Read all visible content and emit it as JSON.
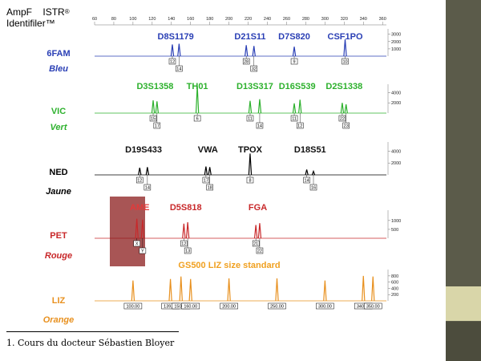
{
  "figure": {
    "title_line1": "AmpF",
    "title_line1b": "ISTR",
    "title_reg": "®",
    "title_line2": "Identifiler™",
    "footnote": "1. Cours du docteur Sébastien Bloyer"
  },
  "colors": {
    "blue": "#2a3fb5",
    "green": "#2db12d",
    "black": "#000000",
    "red": "#c8282a",
    "orange": "#e8901e",
    "amel_box": "#8b1c1c",
    "rail": "#5b5b4a",
    "rail_accent": "#d9d6a9"
  },
  "chart_data": {
    "type": "line",
    "x": {
      "ticks": [
        60,
        80,
        100,
        120,
        140,
        160,
        180,
        200,
        220,
        240,
        260,
        280,
        300,
        320,
        340,
        360
      ],
      "range": [
        60,
        364
      ]
    },
    "panels": [
      {
        "dye": "6FAM",
        "color_word": "Bleu",
        "color": "#2a3fb5",
        "yticks": [
          "3000",
          "2000",
          "1000"
        ],
        "ymax": 3300,
        "loci": [
          {
            "name": "D8S1179",
            "alleles": [
              {
                "label": "12",
                "x": 141,
                "h": 1600
              },
              {
                "label": "14",
                "x": 148,
                "h": 1700
              }
            ]
          },
          {
            "name": "D21S11",
            "alleles": [
              {
                "label": "28",
                "x": 218,
                "h": 1500
              },
              {
                "label": "32",
                "x": 226,
                "h": 1400
              }
            ]
          },
          {
            "name": "D7S820",
            "alleles": [
              {
                "label": "9",
                "x": 268,
                "h": 1300
              }
            ]
          },
          {
            "name": "CSF1PO",
            "alleles": [
              {
                "label": "10",
                "x": 321,
                "h": 2300
              }
            ]
          }
        ]
      },
      {
        "dye": "VIC",
        "color_word": "Vert",
        "color": "#2db12d",
        "yticks": [
          "4000",
          "2000"
        ],
        "ymax": 5000,
        "loci": [
          {
            "name": "D3S1358",
            "alleles": [
              {
                "label": "15",
                "x": 121,
                "h": 2500
              },
              {
                "label": "17",
                "x": 125,
                "h": 2300
              }
            ]
          },
          {
            "name": "TH01",
            "alleles": [
              {
                "label": "6",
                "x": 167,
                "h": 5300
              }
            ]
          },
          {
            "name": "D13S317",
            "alleles": [
              {
                "label": "11",
                "x": 222,
                "h": 2400
              },
              {
                "label": "14",
                "x": 232,
                "h": 2700
              }
            ]
          },
          {
            "name": "D16S539",
            "alleles": [
              {
                "label": "11",
                "x": 268,
                "h": 1900
              },
              {
                "label": "12",
                "x": 274,
                "h": 2600
              }
            ]
          },
          {
            "name": "D2S1338",
            "alleles": [
              {
                "label": "22",
                "x": 318,
                "h": 2000
              },
              {
                "label": "23",
                "x": 322,
                "h": 1700
              }
            ]
          }
        ]
      },
      {
        "dye": "NED",
        "color_word": "Jaune",
        "color": "#000000",
        "yticks": [
          "4000",
          "2000"
        ],
        "ymax": 5000,
        "loci": [
          {
            "name": "D19S433",
            "alleles": [
              {
                "label": "12",
                "x": 107,
                "h": 1200
              },
              {
                "label": "14",
                "x": 115,
                "h": 1300
              }
            ]
          },
          {
            "name": "VWA",
            "alleles": [
              {
                "label": "17",
                "x": 176,
                "h": 1400
              },
              {
                "label": "18",
                "x": 180,
                "h": 1300
              }
            ]
          },
          {
            "name": "TPOX",
            "alleles": [
              {
                "label": "8",
                "x": 222,
                "h": 3600
              }
            ]
          },
          {
            "name": "D18S51",
            "alleles": [
              {
                "label": "14",
                "x": 281,
                "h": 900
              },
              {
                "label": "16",
                "x": 288,
                "h": 600
              }
            ]
          }
        ]
      },
      {
        "dye": "PET",
        "color_word": "Rouge",
        "color": "#c8282a",
        "yticks": [
          "1000",
          "500"
        ],
        "ymax": 1400,
        "highlight_box": true,
        "loci": [
          {
            "name": "AME",
            "alleles": [
              {
                "label": "X",
                "x": 104,
                "h": 1100
              },
              {
                "label": "Y",
                "x": 110,
                "h": 1050
              }
            ]
          },
          {
            "name": "D5S818",
            "alleles": [
              {
                "label": "12",
                "x": 153,
                "h": 820
              },
              {
                "label": "13",
                "x": 157,
                "h": 900
              }
            ]
          },
          {
            "name": "FGA",
            "alleles": [
              {
                "label": "21",
                "x": 228,
                "h": 750
              },
              {
                "label": "22",
                "x": 232,
                "h": 850
              }
            ]
          }
        ]
      },
      {
        "dye": "LIZ",
        "color_word": "Orange",
        "color": "#e8901e",
        "yticks": [
          "800",
          "600",
          "400",
          "200"
        ],
        "ymax": 900,
        "standard_label": "GS500 LIZ size standard",
        "size_peaks": [
          {
            "label": "100.00",
            "x": 100,
            "h": 650
          },
          {
            "label": "139.00",
            "x": 139,
            "h": 700
          },
          {
            "label": "150.00",
            "x": 150,
            "h": 780
          },
          {
            "label": "160.00",
            "x": 160,
            "h": 700
          },
          {
            "label": "200.00",
            "x": 200,
            "h": 720
          },
          {
            "label": "250.00",
            "x": 250,
            "h": 720
          },
          {
            "label": "300.00",
            "x": 300,
            "h": 650
          },
          {
            "label": "340.00",
            "x": 340,
            "h": 800
          },
          {
            "label": "350.00",
            "x": 350,
            "h": 780
          }
        ]
      }
    ]
  }
}
